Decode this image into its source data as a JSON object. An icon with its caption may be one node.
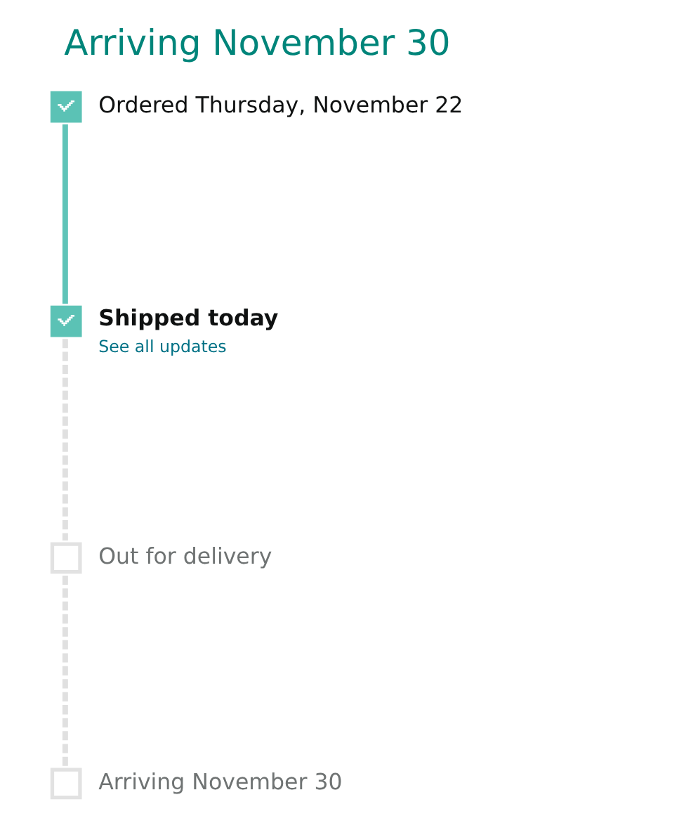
{
  "diagram": {
    "title": "Arriving November 30",
    "nodes": [
      {
        "text": [],
        "shape": "tick",
        "beside": [
          "Ordered Thursday, November 22"
        ]
      },
      {
        "text": [],
        "shape": "tick",
        "beside": [
          "Shipped today",
          "See all updates"
        ]
      },
      {
        "text": [],
        "shape": "box",
        "beside": [
          "Out for delivery"
        ]
      },
      {
        "text": [],
        "shape": "box",
        "beside": [
          "Arriving November 30"
        ]
      }
    ],
    "edges": [
      {
        "from": 0,
        "to": 1,
        "arrow": "none",
        "color": "#5fc4b8"
      },
      {
        "from": 1,
        "to": 2,
        "arrow": "none",
        "style": "dashed"
      },
      {
        "from": 2,
        "to": 3,
        "arrow": "none",
        "style": "dashed"
      }
    ]
  }
}
